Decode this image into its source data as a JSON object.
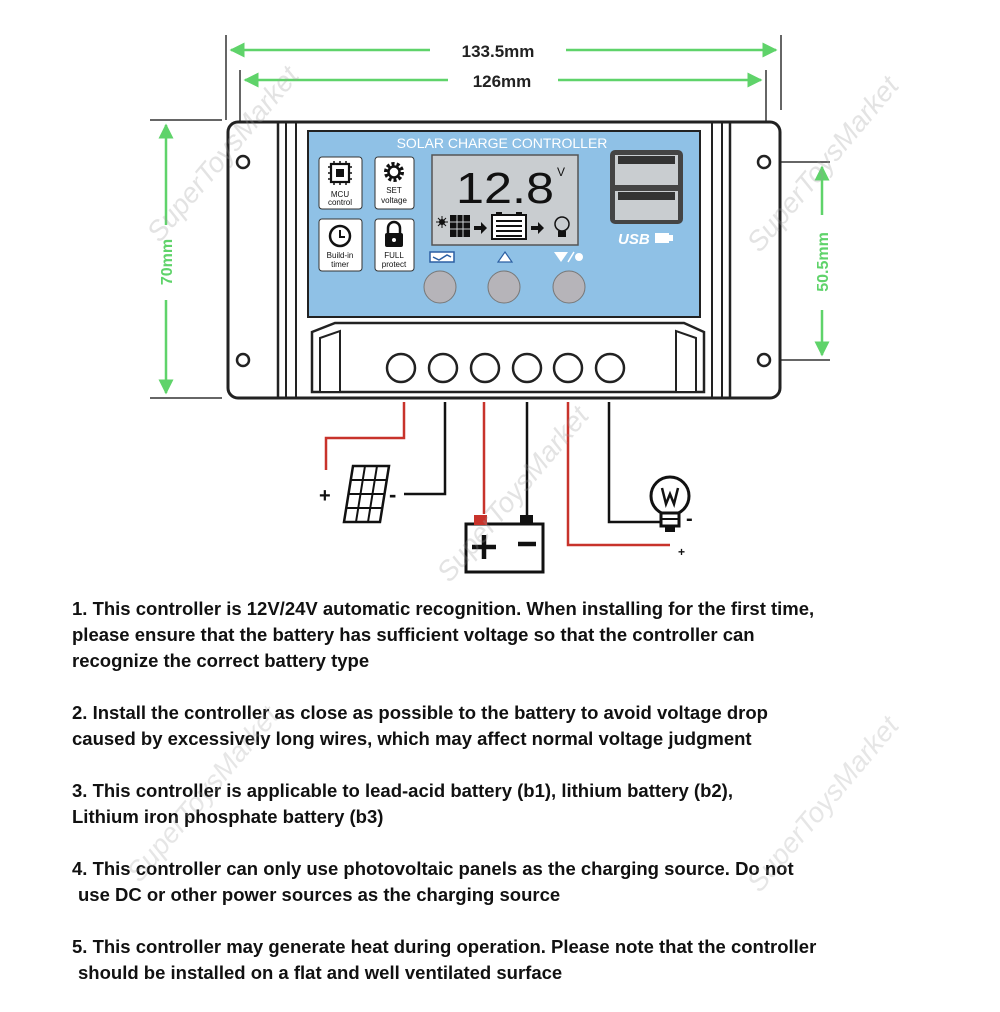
{
  "dimensions": {
    "outer_width": "133.5mm",
    "inner_width": "126mm",
    "height": "70mm",
    "hole_spacing": "50.5mm"
  },
  "controller": {
    "title": "SOLAR CHARGE CONTROLLER",
    "voltage_reading": "12.8",
    "voltage_unit": "V",
    "usb_label": "USB",
    "features": [
      {
        "line1": "MCU",
        "line2": "control",
        "icon": "chip-icon"
      },
      {
        "line1": "SET",
        "line2": "voltage",
        "icon": "gear-icon"
      },
      {
        "line1": "Build-in",
        "line2": "timer",
        "icon": "clock-icon"
      },
      {
        "line1": "FULL",
        "line2": "protect",
        "icon": "lock-icon"
      }
    ]
  },
  "wiring": {
    "panel_plus": "+",
    "panel_minus": "-",
    "load_plus": "+",
    "load_minus": "-"
  },
  "watermark": "SuperToysMarket",
  "colors": {
    "panel_blue": "#8fc1e6",
    "dimension_green": "#5fd36a",
    "wire_red": "#c8332b",
    "lcd_gray": "#c9cdd0"
  },
  "notes": [
    {
      "lines": [
        "1. This controller is 12V/24V automatic recognition. When installing for the first time,",
        "please ensure that the battery has sufficient voltage so that the controller can",
        "recognize the correct battery type"
      ]
    },
    {
      "lines": [
        "2. Install the controller as close as possible to the battery to avoid voltage drop",
        "caused by excessively long wires, which may affect normal voltage judgment"
      ]
    },
    {
      "lines": [
        "3. This controller is applicable to lead-acid battery (b1), lithium battery (b2),",
        "Lithium iron phosphate battery (b3)"
      ]
    },
    {
      "lines": [
        "4. This controller can only use photovoltaic panels as the charging source. Do not",
        " use DC or other power sources as the charging source"
      ]
    },
    {
      "lines": [
        "5. This controller may generate heat during operation. Please note that the controller",
        " should be installed on a flat and well ventilated surface"
      ]
    }
  ]
}
